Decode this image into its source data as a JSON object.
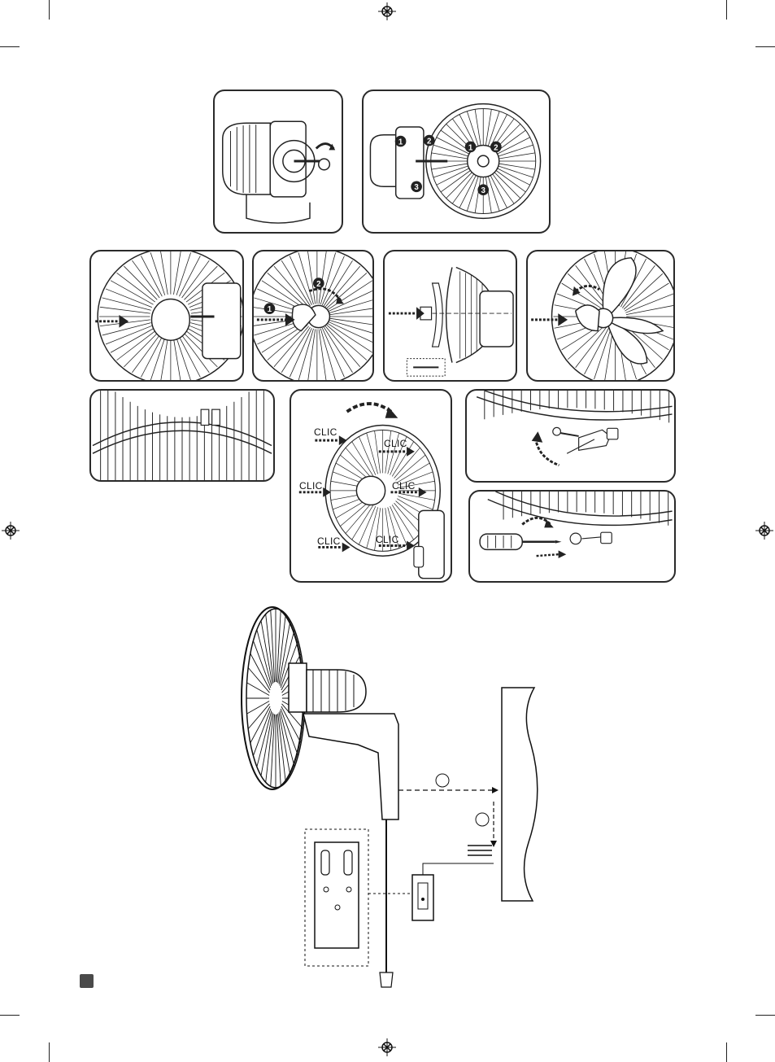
{
  "assembly": {
    "click_labels": [
      "CLIC",
      "CLIC",
      "CLIC",
      "CLIC",
      "CLIC",
      "CLIC"
    ],
    "step_numbers": [
      "1",
      "2",
      "3"
    ]
  },
  "colors": {
    "ink": "#1a1a1a",
    "panel_border": "#2a2a2a",
    "marker": "#4a4a4a"
  }
}
